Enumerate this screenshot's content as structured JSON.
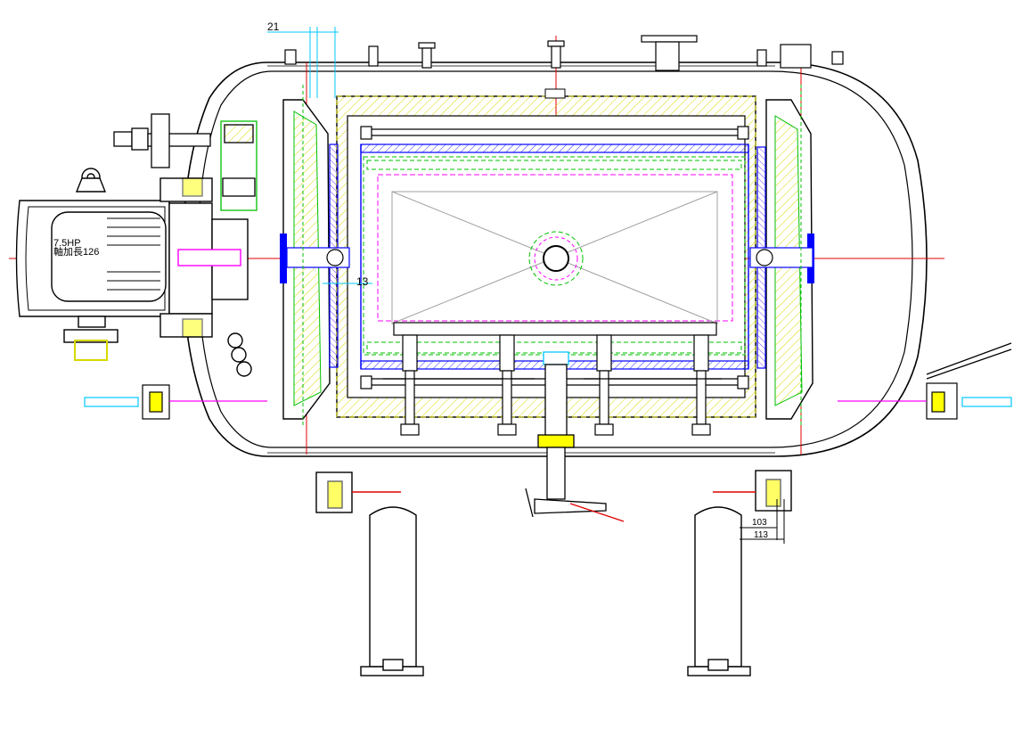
{
  "motor": {
    "power_label": "7.5HP",
    "shaft_label": "軸加長126"
  },
  "dimensions": {
    "top_small": "21",
    "center_gap": "13",
    "leg_offset_a": "103",
    "leg_offset_b": "113"
  },
  "colors": {
    "outline": "#000000",
    "centerline": "#e00000",
    "hatch_yellow": "#d8d800",
    "fill_yellow": "#ffff00",
    "green": "#00c000",
    "blue": "#0000ff",
    "purple": "#7a3cff",
    "magenta": "#ff00ff",
    "cyan": "#00c8ff",
    "gray": "#a0a0a0"
  }
}
